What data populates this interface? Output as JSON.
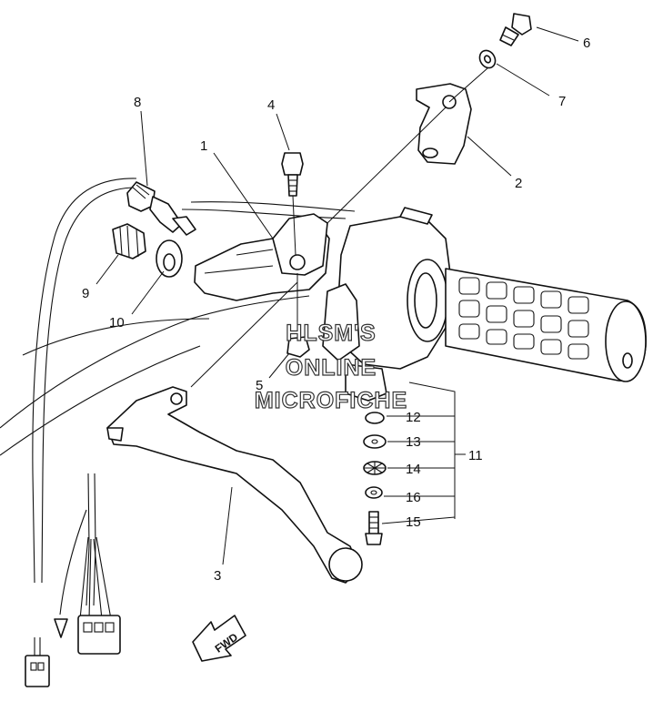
{
  "callouts": {
    "c1": "1",
    "c2": "2",
    "c3": "3",
    "c4": "4",
    "c5": "5",
    "c6": "6",
    "c7": "7",
    "c8": "8",
    "c9": "9",
    "c10": "10",
    "c11": "11",
    "c12": "12",
    "c13": "13",
    "c14": "14",
    "c15": "15",
    "c16": "16"
  },
  "watermark": {
    "line1": "HLSM'S",
    "line2": "ONLINE",
    "line3": "MICROFICHE"
  },
  "fwd_label": "FWD",
  "colors": {
    "ink": "#111111",
    "background": "#ffffff"
  }
}
